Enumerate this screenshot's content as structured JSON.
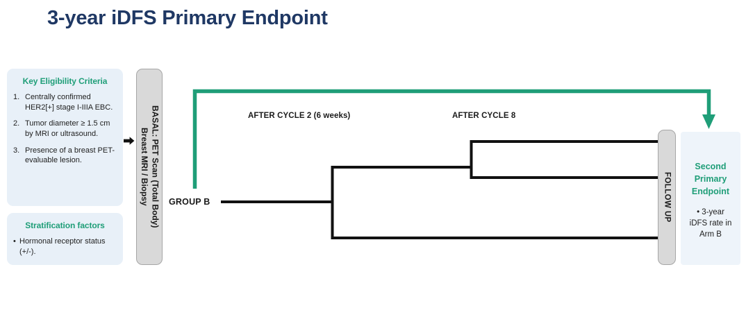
{
  "title": "3-year iDFS Primary Endpoint",
  "colors": {
    "title_navy": "#1f3864",
    "accent_teal": "#1f9e78",
    "panel_blue": "#e8f0f8",
    "box_grey": "#d9d9d9",
    "line_black": "#111111"
  },
  "eligibility": {
    "heading": "Key Eligibility Criteria",
    "items": [
      {
        "num": "1.",
        "text": "Centrally  confirmed HER2[+] stage I-IIIA EBC."
      },
      {
        "num": "2.",
        "text": "Tumor diameter ≥ 1.5 cm by MRI or ultrasound."
      },
      {
        "num": "3.",
        "text": "Presence of a breast PET-evaluable  lesion."
      }
    ]
  },
  "stratification": {
    "heading": "Stratification factors",
    "bullet": "•",
    "items": [
      "Hormonal receptor status (+/-)."
    ]
  },
  "basal_box": {
    "label": "BASAL: PET Scan (Total Body)\nBreast MRI / Biopsy"
  },
  "followup_box": {
    "label": "FOLLOW UP"
  },
  "flow": {
    "group_label": "GROUP B",
    "stage_labels": [
      "AFTER CYCLE 2 (6 weeks)",
      "AFTER CYCLE 8"
    ]
  },
  "endpoint": {
    "heading": "Second\nPrimary\nEndpoint",
    "body": "• 3-year\niDFS rate in\nArm B"
  }
}
